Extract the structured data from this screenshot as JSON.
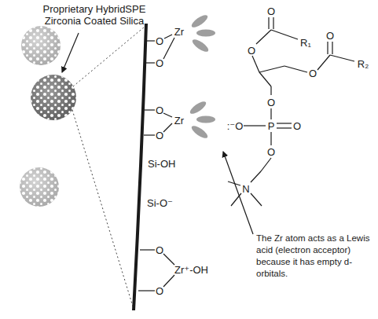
{
  "diagram": {
    "labels": [
      "Proprietary HybridSPE Zirconia Coated Silica",
      "O",
      "Zr",
      "O",
      "O",
      "Zr",
      "O",
      "Si-OH",
      "Si-O⁻",
      "O",
      "Zr⁺-OH",
      "O",
      "O",
      "R₁",
      "O",
      "R₂",
      "O",
      "O",
      ":⁻O",
      "P",
      "O",
      "O",
      "O",
      "N",
      "The Zr atom acts as a Lewis acid (electron acceptor) because it has empty d-orbitals."
    ]
  }
}
